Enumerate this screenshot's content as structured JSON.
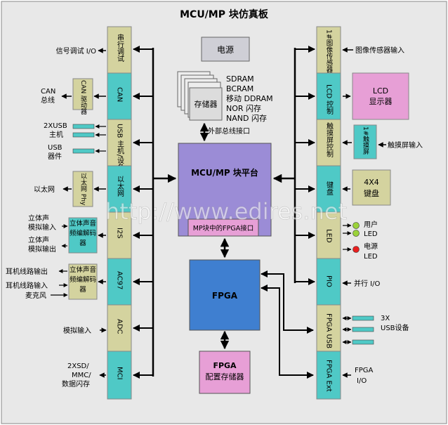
{
  "title": "MCU/MP 块仿真板",
  "colors": {
    "background": "#e8e8e8",
    "tan_block": "#d4d39f",
    "teal_block": "#4fc9c6",
    "purple_block": "#9b8cd6",
    "pink_block": "#e79fd6",
    "blue_block": "#3f7fd0",
    "gray_block": "#cfcfd6",
    "green_led": "#9bd23a",
    "red_led": "#e82020",
    "arrow": "#000000"
  },
  "power": "电源",
  "memory": {
    "label": "存储器",
    "types": [
      "SDRAM",
      "BCRAM",
      "移动 DDRAM",
      "NOR 闪存",
      "NAND 闪存"
    ],
    "bus_label": "外部总线接口"
  },
  "core": {
    "label": "MCU/MP 块平台",
    "fpga_if": "MP块中的FPGA接口"
  },
  "fpga": "FPGA",
  "fpga_config": {
    "line1": "FPGA",
    "line2": "配置存储器"
  },
  "watermark": "http://www.edires.net",
  "left_blocks": [
    {
      "label": "串行调试",
      "ext": [
        "信号调试 I/O"
      ]
    },
    {
      "label": "CAN",
      "ext": [
        "CAN",
        "总线"
      ],
      "driver": "CAN 驱动器"
    },
    {
      "label": "USB 主机/设备",
      "ext": [
        "2XUSB",
        "主机",
        "USB",
        "器件"
      ]
    },
    {
      "label": "以太网",
      "ext": [
        "以太网"
      ],
      "driver": "以太网 Phy"
    },
    {
      "label": "I2S",
      "ext": [
        "立体声",
        "模拟输入",
        "立体声",
        "模拟输出"
      ],
      "driver": "立体声音频编解码器"
    },
    {
      "label": "AC97",
      "ext": [
        "耳机线路输出",
        "耳机线路输入",
        "麦克风"
      ],
      "driver": "立体声音频编解码器"
    },
    {
      "label": "ADC",
      "ext": [
        "模拟输入"
      ]
    },
    {
      "label": "MCI",
      "ext": [
        "2XSD/",
        "MMC/",
        "数据闪存"
      ]
    }
  ],
  "right_blocks": [
    {
      "label": "1#图像传感器",
      "ext": [
        "图像传感器输入"
      ]
    },
    {
      "label": "LCD 控制",
      "ext": [],
      "device": [
        "LCD",
        "显示器"
      ]
    },
    {
      "label": "触摸屏控制",
      "ext": [
        "触摸屏输入"
      ],
      "driver": "1#触摸屏"
    },
    {
      "label": "键盘",
      "ext": [],
      "device": [
        "4X4",
        "键盘"
      ]
    },
    {
      "label": "LED",
      "ext": [
        "用户",
        "LED",
        "电源",
        "LED"
      ]
    },
    {
      "label": "PIO",
      "ext": [
        "并行 I/O"
      ]
    },
    {
      "label": "FPGA USB",
      "ext": [
        "3X",
        "USB设备"
      ]
    },
    {
      "label": "FPGA Ext",
      "ext": [
        "FPGA",
        "I/O"
      ]
    }
  ]
}
